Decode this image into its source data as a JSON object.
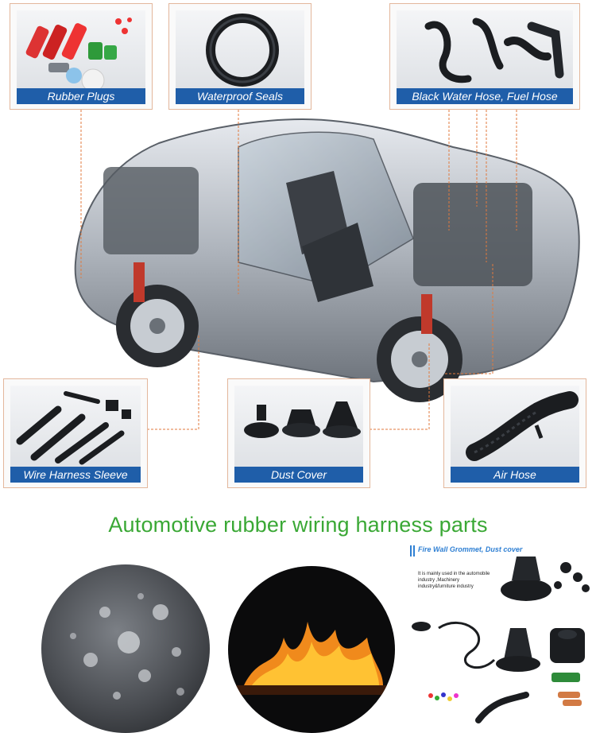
{
  "labels": {
    "rubber_plugs": "Rubber Plugs",
    "waterproof_seals": "Waterproof Seals",
    "water_hose": "Black Water Hose, Fuel Hose",
    "wire_harness": "Wire Harness Sleeve",
    "dust_cover": "Dust Cover",
    "air_hose": "Air Hose"
  },
  "headline": "Automotive rubber wiring harness parts",
  "grommet_panel": {
    "title": "Fire Wall Grommet, Dust cover",
    "description": "It is mainly used in the automobile industry ,Machinery industry&furniture industry"
  },
  "colors": {
    "caption_bg": "#1f5ea9",
    "headline": "#3aa835",
    "card_border": "#e3b79c",
    "leader_line": "#e07a3e"
  }
}
